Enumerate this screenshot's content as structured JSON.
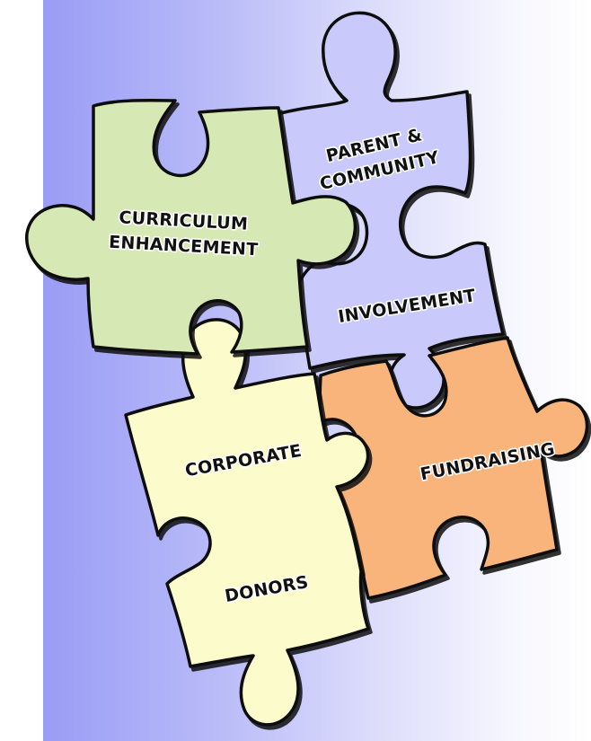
{
  "pieces": {
    "curriculum": {
      "line1": "CURRICULUM",
      "line2": "ENHANCEMENT",
      "color": "#d6e8b4"
    },
    "parent": {
      "line1": "PARENT  &",
      "line2": "COMMUNITY",
      "line3": "INVOLVEMENT",
      "color": "#c9c9fb"
    },
    "corporate": {
      "line1": "CORPORATE",
      "line2": "DONORS",
      "color": "#fbfbcc"
    },
    "fundraising": {
      "line1": "FUNDRAISING",
      "color": "#f9b47c"
    }
  },
  "colors": {
    "outline": "#111111",
    "backdrop_left": "#9a9cf6",
    "backdrop_right": "#ffffff"
  }
}
